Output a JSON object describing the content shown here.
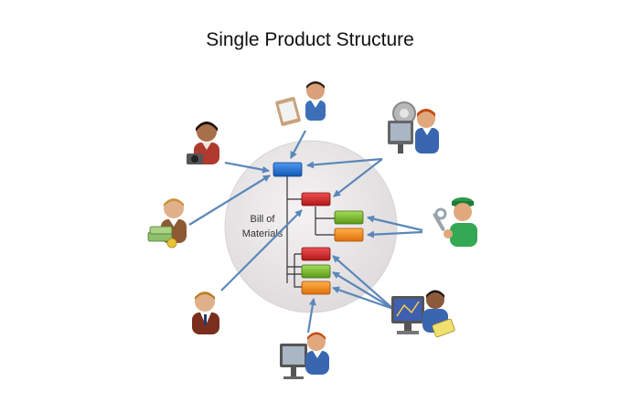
{
  "diagram": {
    "title": "Single Product Structure",
    "center_label_line1": "Bill of",
    "center_label_line2": "Materials",
    "colors": {
      "assembly_box": "#1e6fd0",
      "red_box": "#d62828",
      "green_box": "#79b82a",
      "orange_box": "#f28a1c",
      "arrow": "#5b87b8",
      "circle_fill": "#ebe8ea",
      "tree_line": "#333333"
    },
    "actors": [
      {
        "role": "document-reviewer",
        "icon": "person-with-clipboard-icon"
      },
      {
        "role": "engineer",
        "icon": "person-with-computer-and-gear-icon"
      },
      {
        "role": "photographer",
        "icon": "person-with-camera-icon"
      },
      {
        "role": "financial-clerk",
        "icon": "person-with-money-icon"
      },
      {
        "role": "technician",
        "icon": "person-with-wrench-icon"
      },
      {
        "role": "manager",
        "icon": "businessperson-icon"
      },
      {
        "role": "designer",
        "icon": "person-at-drawing-screen-icon"
      },
      {
        "role": "computer-user",
        "icon": "person-at-computer-icon"
      }
    ]
  }
}
